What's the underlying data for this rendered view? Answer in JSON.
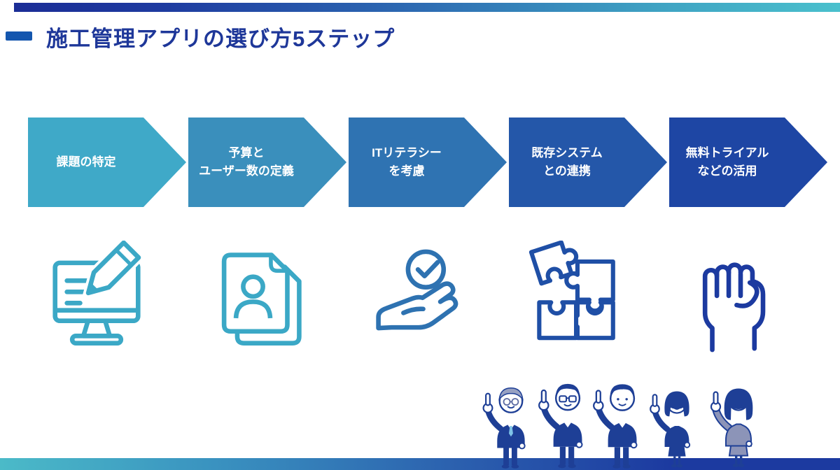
{
  "slide": {
    "title": "施工管理アプリの選び方5ステップ"
  },
  "steps": [
    {
      "line1": "課題の特定",
      "line2": "",
      "color": "#3fa9c8",
      "icon": "monitor-pencil-icon"
    },
    {
      "line1": "予算と",
      "line2": "ユーザー数の定義",
      "color": "#3a8fbc",
      "icon": "documents-user-icon"
    },
    {
      "line1": "ITリテラシー",
      "line2": "を考慮",
      "color": "#2f73b2",
      "icon": "hand-check-icon"
    },
    {
      "line1": "既存システム",
      "line2": "との連携",
      "color": "#2457a9",
      "icon": "puzzle-icon"
    },
    {
      "line1": "無料トライアル",
      "line2": "などの活用",
      "color": "#1e46a4",
      "icon": "fist-icon"
    }
  ],
  "people": [
    {
      "name": "senior-man-pointing"
    },
    {
      "name": "man-glasses-pointing"
    },
    {
      "name": "young-man-pointing"
    },
    {
      "name": "woman-bob-pointing"
    },
    {
      "name": "woman-gray-suit-pointing"
    }
  ],
  "colors": {
    "title_text": "#1e3799",
    "title_dash": "#1456ae",
    "step_text": "#ffffff",
    "top_bar_start": "#1b2d96",
    "top_bar_end": "#4ac0cd",
    "bottom_bar_start": "#4bbac8",
    "bottom_bar_end": "#1c3aa0",
    "icon_teal": "#3ba8c6",
    "icon_blue": "#2e72b1",
    "icon_dark_blue": "#1f4fa6",
    "icon_navy": "#1c3aa0",
    "suit_navy": "#1e3f96",
    "suit_gray": "#8c94b8"
  }
}
